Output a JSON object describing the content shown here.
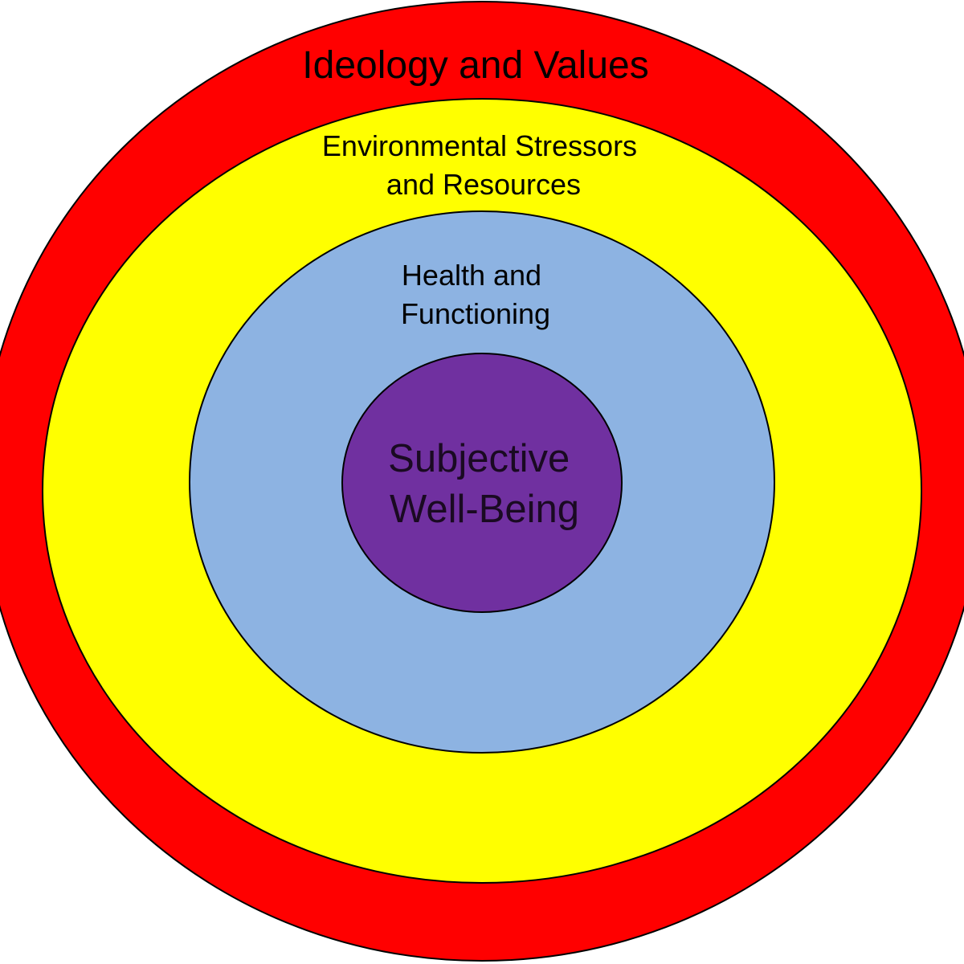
{
  "diagram": {
    "title": "Nested model of subjective well-being",
    "rings": [
      {
        "id": "ideology",
        "label_lines": [
          "Ideology and Values"
        ],
        "color": "#ff0000"
      },
      {
        "id": "environment",
        "label_lines": [
          "Environmental Stressors",
          "and Resources"
        ],
        "color": "#ffff00"
      },
      {
        "id": "health",
        "label_lines": [
          "Health and",
          "Functioning"
        ],
        "color": "#8db3e2"
      },
      {
        "id": "core",
        "label_lines": [
          "Subjective",
          "Well-Being"
        ],
        "color": "#7030a0"
      }
    ],
    "stroke_color": "#000000",
    "background": "#ffffff"
  }
}
